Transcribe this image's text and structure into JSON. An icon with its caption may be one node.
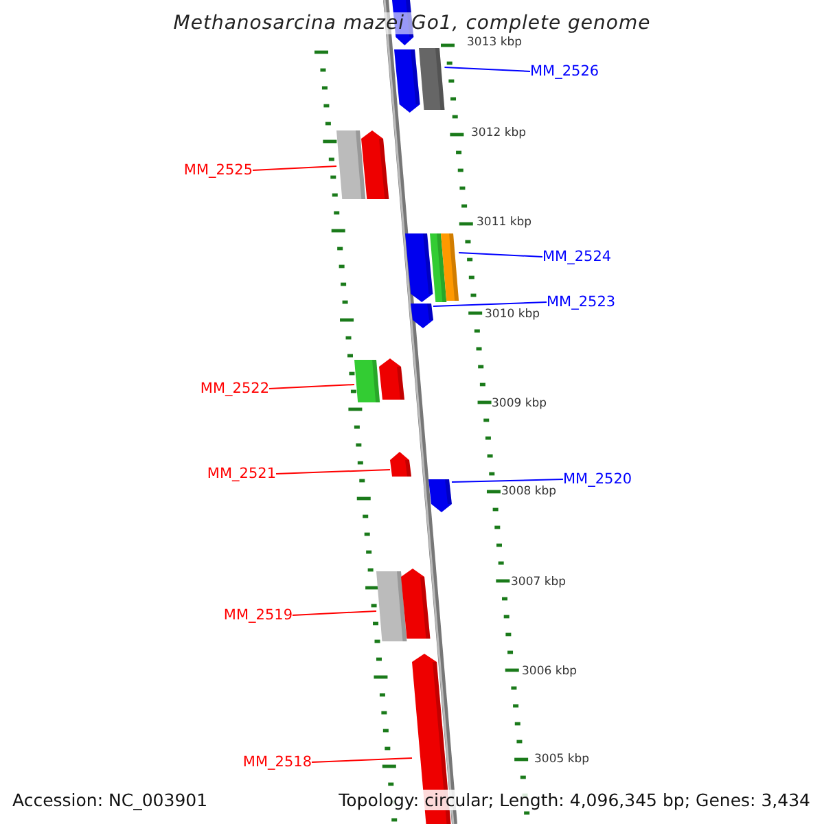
{
  "diagram": {
    "title": "Methanosarcina mazei Go1, complete genome",
    "nodes": [
      {
        "text": [
          "MM_2526"
        ]
      },
      {
        "text": [],
        "shape": "bar"
      },
      {
        "text": [
          "MM_2525"
        ]
      },
      {
        "text": [],
        "shape": "bar"
      },
      {
        "text": [
          "MM_2524"
        ]
      },
      {
        "text": [],
        "shape": "bar"
      },
      {
        "text": [
          "MM_2523"
        ]
      },
      {
        "text": [],
        "shape": "bar"
      },
      {
        "text": [
          "MM_2522"
        ]
      },
      {
        "text": [],
        "shape": "bar"
      },
      {
        "text": [
          "MM_2521"
        ]
      },
      {
        "text": [],
        "shape": "bar"
      },
      {
        "text": [
          "MM_2520"
        ]
      },
      {
        "text": [],
        "shape": "bar"
      },
      {
        "text": [
          "MM_2519"
        ]
      },
      {
        "text": [],
        "shape": "bar"
      },
      {
        "text": [
          "MM_2518"
        ]
      },
      {
        "text": [],
        "shape": "bar"
      }
    ],
    "edges": [
      {
        "from": 0,
        "to": 1,
        "arrow": "none",
        "color": "#0000ff"
      },
      {
        "from": 2,
        "to": 3,
        "arrow": "none"
      },
      {
        "from": 4,
        "to": 5,
        "arrow": "none",
        "color": "#0000ff"
      },
      {
        "from": 6,
        "to": 7,
        "arrow": "none",
        "color": "#0000ff"
      },
      {
        "from": 8,
        "to": 9,
        "arrow": "none"
      },
      {
        "from": 10,
        "to": 11,
        "arrow": "none"
      },
      {
        "from": 12,
        "to": 13,
        "arrow": "none",
        "color": "#0000ff"
      },
      {
        "from": 14,
        "to": 15,
        "arrow": "none"
      },
      {
        "from": 16,
        "to": 17,
        "arrow": "none"
      }
    ],
    "labels": [
      "3013 kbp",
      "3012 kbp",
      "3011 kbp",
      "3010 kbp",
      "3009 kbp",
      "3008 kbp",
      "3007 kbp",
      "3006 kbp",
      "3005 kbp",
      "Accession: NC_003901",
      "Topology: circular; Length: 4,096,345 bp; Genes: 3,434"
    ]
  }
}
